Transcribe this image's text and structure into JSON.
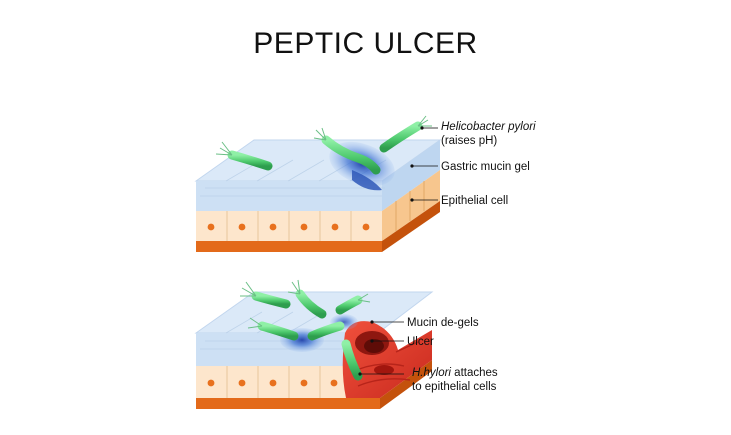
{
  "title": "PEPTIC ULCER",
  "top_panel": {
    "labels": {
      "hp_name": "Helicobacter pylori",
      "hp_note": "(raises pH)",
      "mucin_gel": "Gastric mucin gel",
      "epithelial": "Epithelial cell"
    }
  },
  "bottom_panel": {
    "labels": {
      "degel": "Mucin de-gels",
      "ulcer": "Ulcer",
      "attach_italic": "H.hylori",
      "attach_rest": " attaches",
      "attach_line2": "to epithelial cells"
    }
  },
  "colors": {
    "mucin": "#cfe3f6",
    "cell_face": "#fde6cc",
    "cell_dark": "#f7c68e",
    "base": "#e36a1a",
    "nucleus": "#e8711e",
    "bacterium": "#5bd07a",
    "bacterium_dark": "#2e9e4e",
    "halo": "#3b6fd1",
    "ulcer": "#e53b2c",
    "ulcer_dark": "#9e1a12"
  }
}
